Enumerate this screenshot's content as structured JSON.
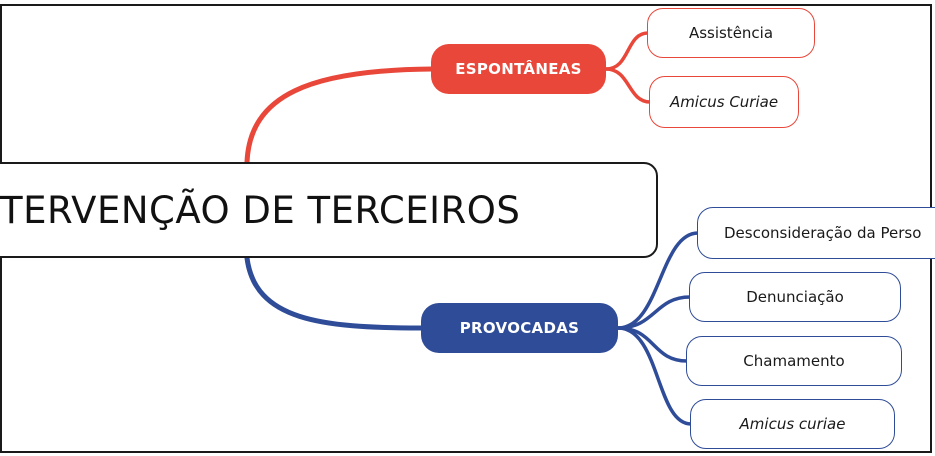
{
  "central": {
    "label": "TERVENÇÃO DE TERCEIROS"
  },
  "colors": {
    "spontaneous": "#e8473a",
    "provoked": "#2f4c98",
    "outline": "#1a1a1a"
  },
  "branches": {
    "spontaneous": {
      "label": "ESPONTÂNEAS",
      "items": [
        "Assistência",
        "Amicus Curiae"
      ]
    },
    "provoked": {
      "label": "PROVOCADAS",
      "items": [
        "Desconsideração da Perso",
        "Denunciação",
        "Chamamento",
        "Amicus curiae"
      ]
    }
  }
}
